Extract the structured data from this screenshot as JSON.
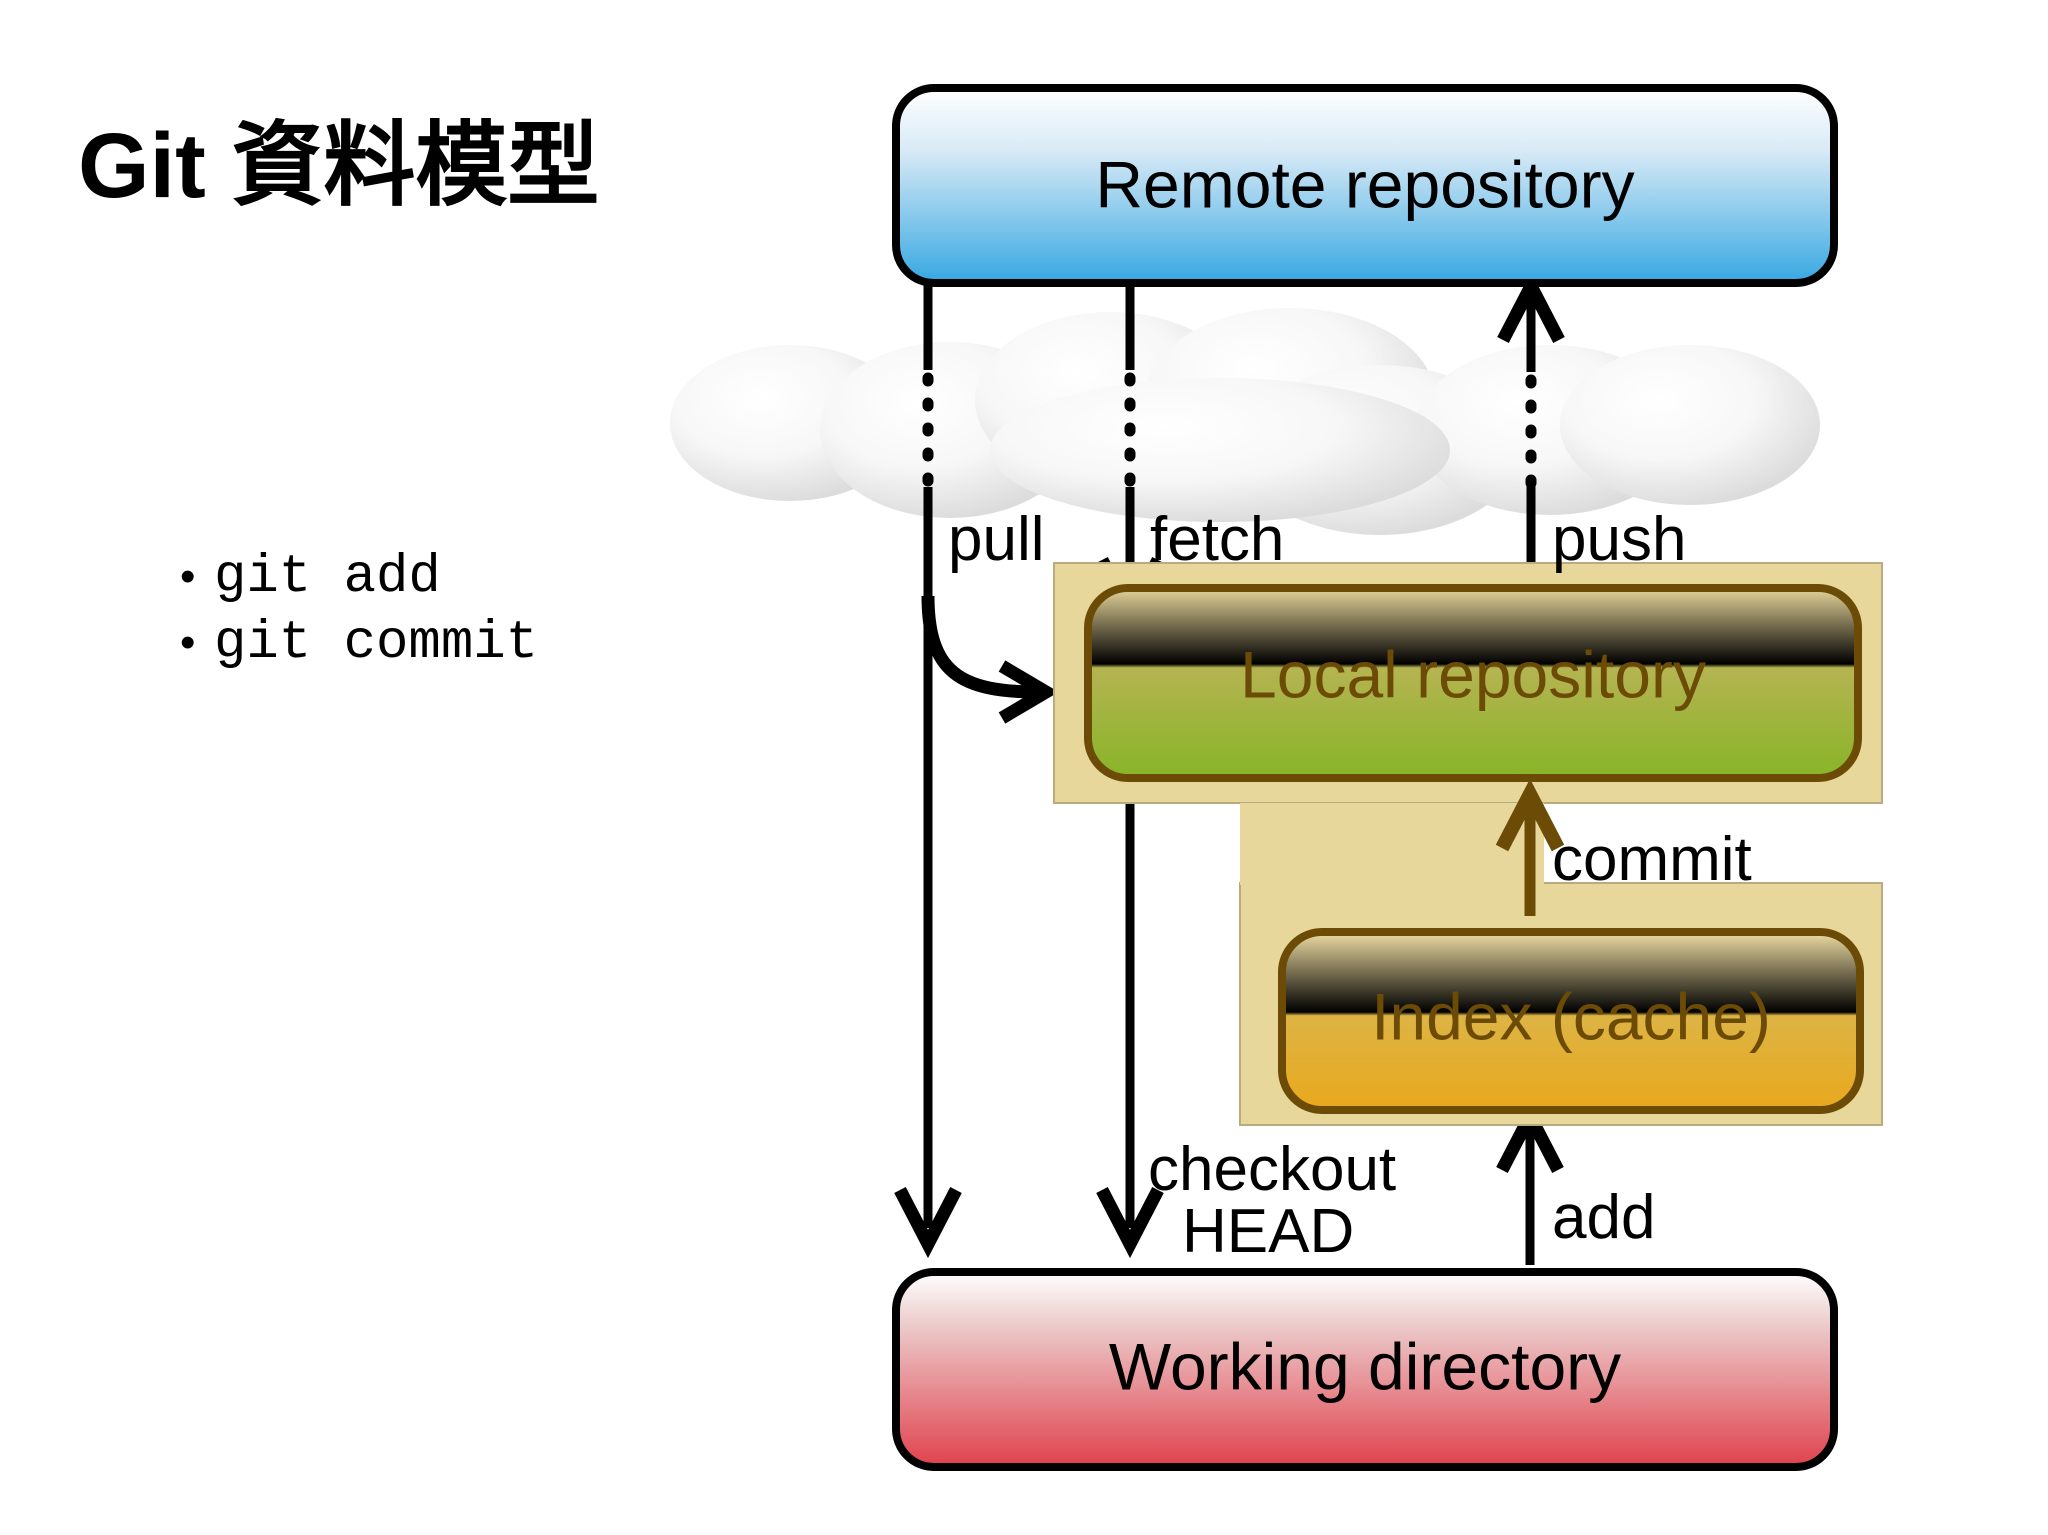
{
  "slide": {
    "title": "Git 資料模型",
    "bullets": [
      {
        "marker": "•",
        "text": "git add"
      },
      {
        "marker": "•",
        "text": "git commit"
      }
    ]
  },
  "diagram": {
    "nodes": {
      "remote": {
        "label": "Remote repository",
        "fill_top": "#fdfefe",
        "fill_bottom": "#3aa8e0",
        "stroke": "#000000"
      },
      "local": {
        "label": "Local repository",
        "fill_top": "#e8d79a",
        "fill_bottom": "#8ab52a",
        "stroke": "#6b4b06"
      },
      "index": {
        "label": "Index (cache)",
        "fill_top": "#ecd79a",
        "fill_bottom": "#e8a81b",
        "stroke": "#6b4b06"
      },
      "working": {
        "label": "Working directory",
        "fill_top": "#fdfdfd",
        "fill_bottom": "#e2444f",
        "stroke": "#000000"
      }
    },
    "backings": {
      "local_panel": {
        "fill": "#e8d79a"
      },
      "index_panel": {
        "fill": "#e8d79a"
      }
    },
    "cloud": {
      "name": "cloud-shape",
      "fill": "#f2f2f2"
    },
    "edges": [
      {
        "name": "pull",
        "label": "pull",
        "color": "#000000"
      },
      {
        "name": "fetch",
        "label": "fetch",
        "color": "#000000"
      },
      {
        "name": "push",
        "label": "push",
        "color": "#000000"
      },
      {
        "name": "commit",
        "label": "commit",
        "color": "#000000"
      },
      {
        "name": "checkout",
        "label": "checkout",
        "color": "#000000"
      },
      {
        "name": "checkout-ref",
        "label": "HEAD",
        "color": "#000000"
      },
      {
        "name": "add",
        "label": "add",
        "color": "#000000"
      }
    ]
  }
}
